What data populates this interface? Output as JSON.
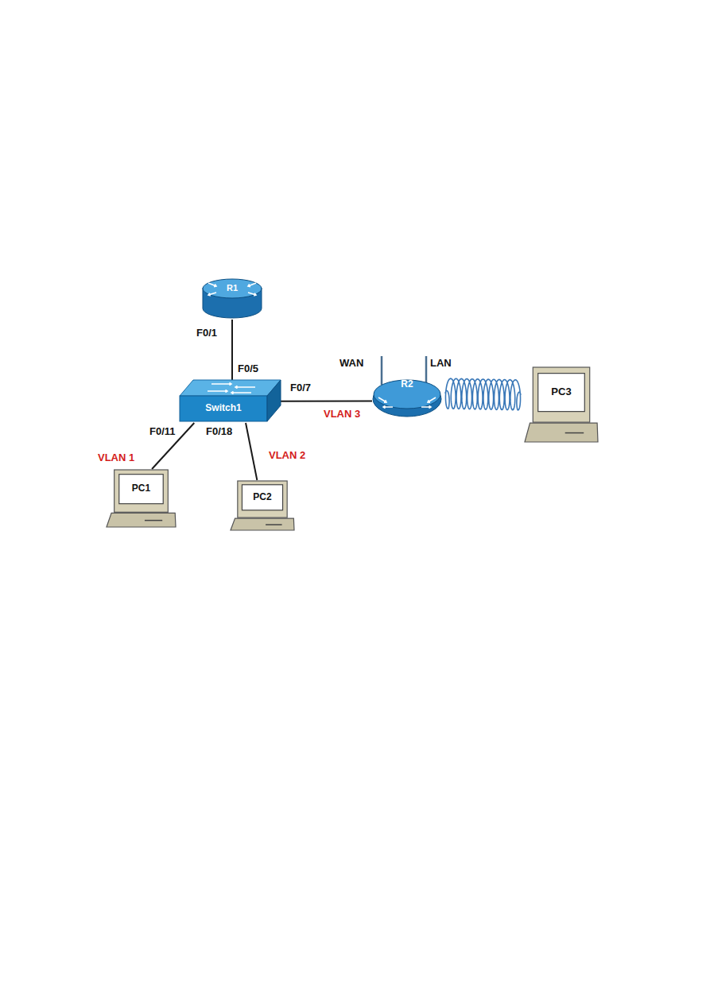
{
  "diagram": {
    "nodes": [
      {
        "text": [
          "R1"
        ]
      },
      {
        "text": [
          "Switch1"
        ]
      },
      {
        "text": [
          "R2"
        ]
      },
      {
        "text": [
          "PC3"
        ]
      },
      {
        "text": [
          "PC1"
        ]
      },
      {
        "text": [
          "PC2"
        ]
      }
    ],
    "edges": [
      {
        "from": 0,
        "to": 1,
        "arrow": "none"
      },
      {
        "from": 1,
        "to": 2,
        "arrow": "none"
      },
      {
        "from": 2,
        "to": 3,
        "arrow": "none"
      },
      {
        "from": 1,
        "to": 4,
        "arrow": "none"
      },
      {
        "from": 1,
        "to": 5,
        "arrow": "none"
      }
    ],
    "labels": [
      "F0/1",
      "F0/5",
      "F0/7",
      "WAN",
      "LAN",
      "VLAN 3",
      "F0/11",
      "F0/18",
      "VLAN 2",
      "VLAN 1"
    ]
  }
}
